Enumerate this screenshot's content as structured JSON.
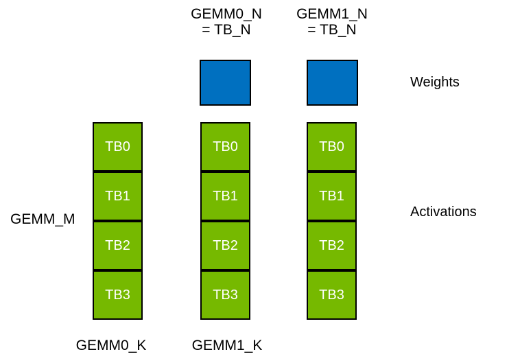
{
  "colors": {
    "weights_fill": "#0070C0",
    "activations_fill": "#76B900",
    "border": "#000000",
    "block_text": "#ffffff",
    "label_text": "#000000",
    "background": "#ffffff"
  },
  "headers": [
    {
      "line1": "GEMM0_N",
      "line2": "= TB_N"
    },
    {
      "line1": "GEMM1_N",
      "line2": "= TB_N"
    }
  ],
  "side_labels": {
    "weights": "Weights",
    "activations": "Activations",
    "gemm_m": "GEMM_M"
  },
  "footers": [
    "GEMM0_K",
    "GEMM1_K"
  ],
  "columns": [
    {
      "blocks": [
        "TB0",
        "TB1",
        "TB2",
        "TB3"
      ]
    },
    {
      "blocks": [
        "TB0",
        "TB1",
        "TB2",
        "TB3"
      ]
    },
    {
      "blocks": [
        "TB0",
        "TB1",
        "TB2",
        "TB3"
      ]
    }
  ]
}
